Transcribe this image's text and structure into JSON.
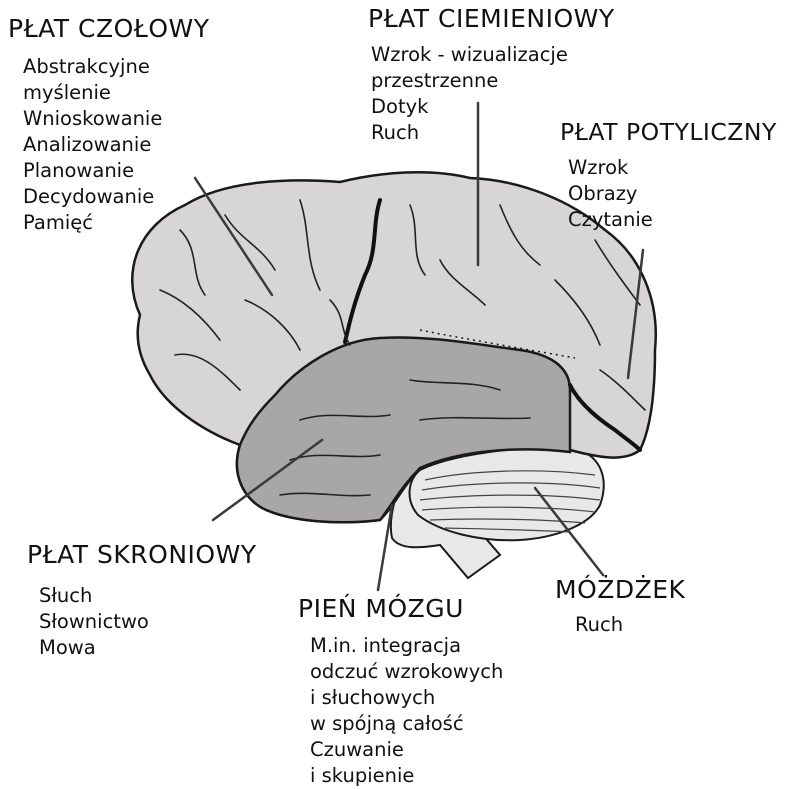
{
  "regions": {
    "frontal": {
      "title": "PŁAT CZOŁOWY",
      "items": [
        "Abstrakcyjne",
        "myślenie",
        "Wnioskowanie",
        "Analizowanie",
        "Planowanie",
        "Decydowanie",
        "Pamięć"
      ]
    },
    "parietal": {
      "title": "PŁAT CIEMIENIOWY",
      "items": [
        "Wzrok - wizualizacje",
        "przestrzenne",
        "Dotyk",
        "Ruch"
      ]
    },
    "occipital": {
      "title": "PŁAT POTYLICZNY",
      "items": [
        "Wzrok",
        "Obrazy",
        "Czytanie"
      ]
    },
    "temporal": {
      "title": "PŁAT SKRONIOWY",
      "items": [
        "Słuch",
        "Słownictwo",
        "Mowa"
      ]
    },
    "cerebellum": {
      "title": "MÓŻDŻEK",
      "items": [
        "Ruch"
      ]
    },
    "brainstem": {
      "title": "PIEŃ MÓZGU",
      "items": [
        "M.in. integracja",
        "odczuć wzrokowych",
        "i słuchowych",
        "w spójną całość",
        "Czuwanie",
        "i skupienie"
      ]
    }
  },
  "colors": {
    "brain_fill": "#d7d5d6",
    "temporal_fill": "#a9a6a7",
    "cerebellum_fill": "#e8e8e8",
    "outline": "#1a1a1a"
  }
}
